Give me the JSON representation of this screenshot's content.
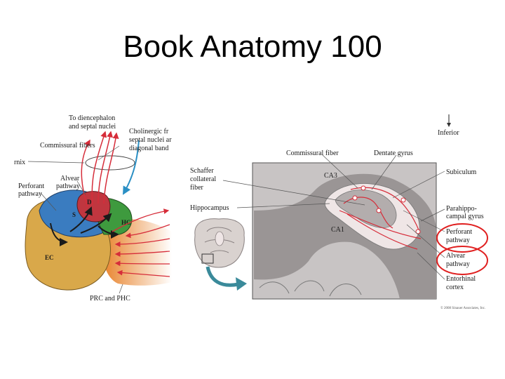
{
  "slide": {
    "title": "Book Anatomy 100"
  },
  "left_figure": {
    "labels": {
      "to_diencephalon": [
        "To diencephalon",
        "and septal nuclei"
      ],
      "cholinergic": [
        "Cholinergic fr",
        "septal nuclei ar",
        "diagonal band"
      ],
      "commissural_fibers": "Commissural fibers",
      "fornix": "rnix",
      "alvear": [
        "Alvear",
        "pathway"
      ],
      "perforant": [
        "Perforant",
        "pathway"
      ],
      "prc_phc": "PRC and PHC"
    },
    "regions": {
      "d": "D",
      "s": "S",
      "hc": "HC",
      "ec": "EC"
    }
  },
  "right_figure": {
    "labels": {
      "schaffer": [
        "Schaffer",
        "collateral",
        "fiber"
      ],
      "hippocampus": "Hippocampus",
      "commissural_fiber": "Commissural fiber",
      "dentate_gyrus": "Dentate gyrus",
      "inferior": "Inferior",
      "ca3": "CA3",
      "ca1": "CA1",
      "subiculum": "Subiculum",
      "parahippocampal": [
        "Parahippo-",
        "campal gyrus"
      ],
      "perforant": [
        "Perforant",
        "pathway"
      ],
      "alvear": [
        "Alvear",
        "pathway"
      ],
      "entorhinal": [
        "Entorhinal",
        "cortex"
      ],
      "copyright": "© 2008 Sinauer Associates, Inc."
    },
    "highlight_color": "#e02020"
  }
}
